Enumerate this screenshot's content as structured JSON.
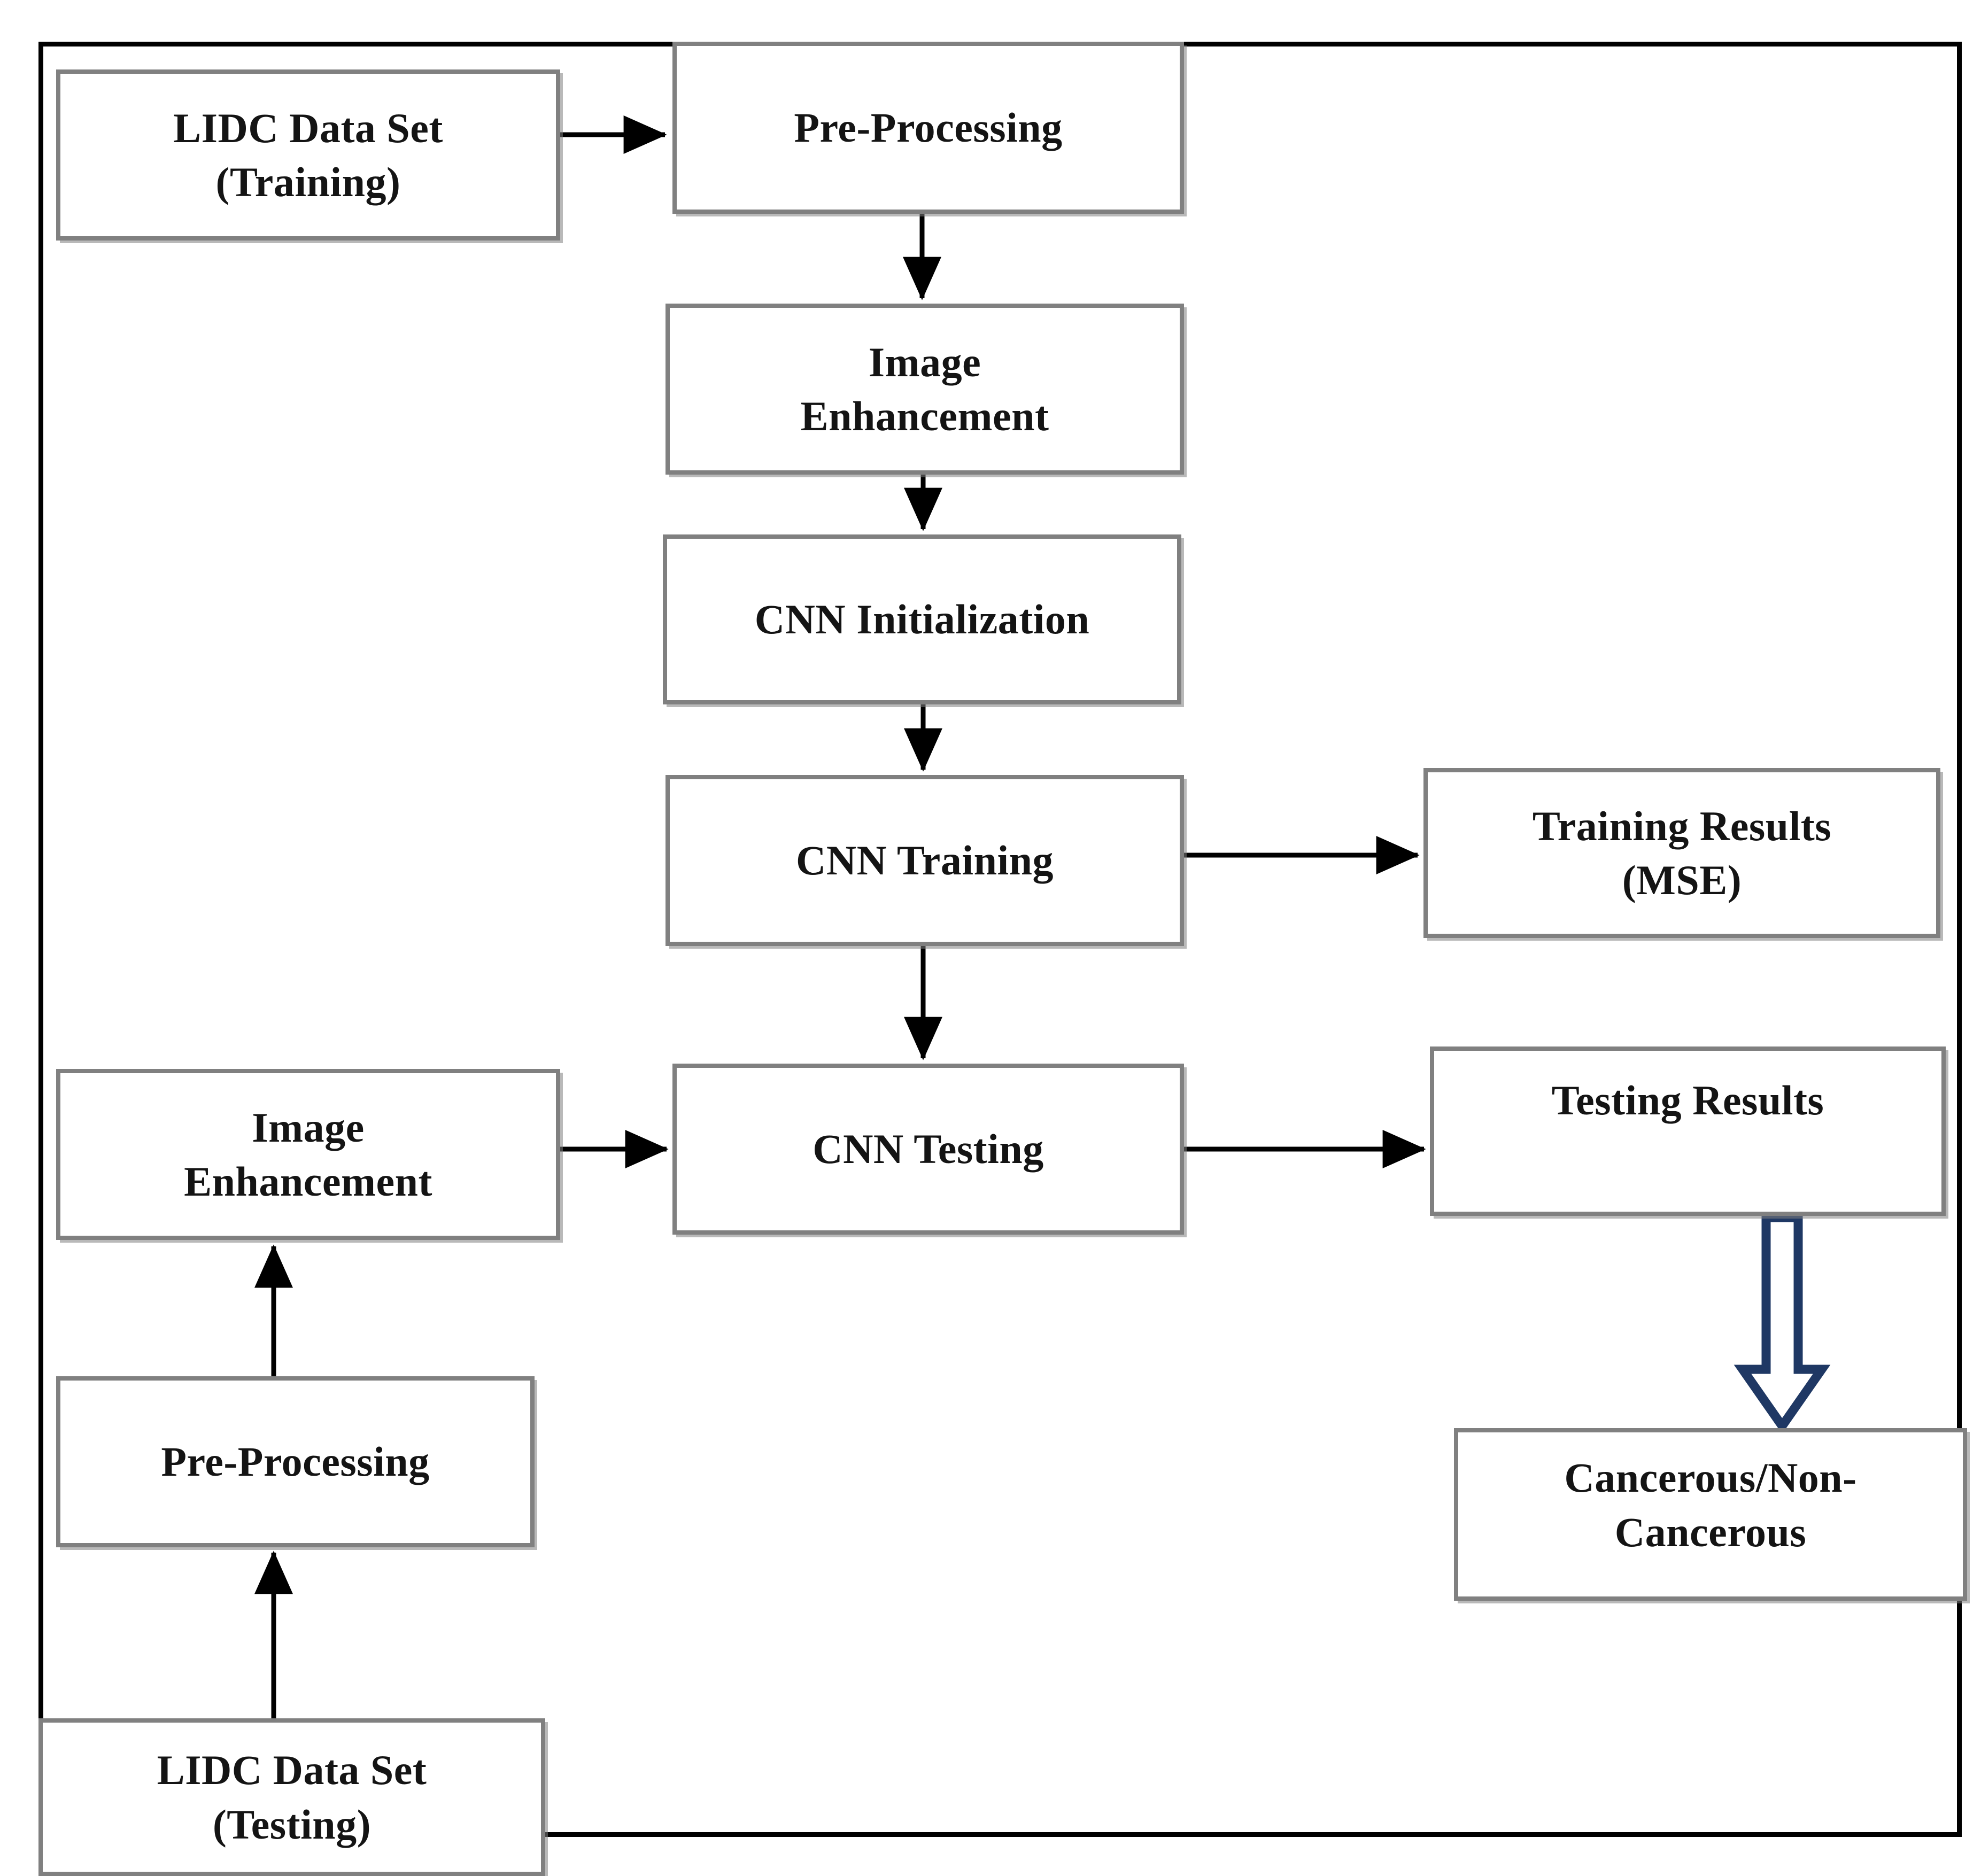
{
  "figure": {
    "type": "flowchart",
    "title": "CNN based lung nodule classification flow diagram",
    "orientation": "top-to-bottom with parallel training and testing branches"
  },
  "colors": {
    "box_border": "#808080",
    "box_fill": "#ffffff",
    "text": "#141414",
    "connector_arrow": "#000000",
    "block_arrow_outline": "#1F3864",
    "outer_frame": "#000000"
  },
  "nodes": [
    {
      "id": "lidc-training",
      "label": "LIDC Data Set\n(Training)",
      "column": "left",
      "row": 1
    },
    {
      "id": "preprocessing-top",
      "label": "Pre-Processing",
      "column": "middle",
      "row": 1
    },
    {
      "id": "image-enhancement-middle",
      "label": "Image\nEnhancement",
      "column": "middle",
      "row": 2
    },
    {
      "id": "cnn-initialization",
      "label": "CNN Initialization",
      "column": "middle",
      "row": 3
    },
    {
      "id": "cnn-training",
      "label": "CNN Training",
      "column": "middle",
      "row": 4
    },
    {
      "id": "training-results",
      "label": "Training Results\n(MSE)",
      "column": "right",
      "row": 4
    },
    {
      "id": "image-enhancement-left",
      "label": "Image\nEnhancement",
      "column": "left",
      "row": 5
    },
    {
      "id": "cnn-testing",
      "label": "CNN Testing",
      "column": "middle",
      "row": 5
    },
    {
      "id": "testing-results",
      "label": "Testing Results",
      "column": "right",
      "row": 5
    },
    {
      "id": "preprocessing-bottom",
      "label": "Pre-Processing",
      "column": "left",
      "row": 6
    },
    {
      "id": "lidc-testing",
      "label": "LIDC Data Set\n(Testing)",
      "column": "left",
      "row": 7
    },
    {
      "id": "cancerous",
      "label": "Cancerous/Non-\nCancerous",
      "column": "right",
      "row": 6
    }
  ],
  "edges": [
    {
      "from": "lidc-training",
      "to": "preprocessing-top",
      "direction": "right",
      "style": "thin-arrow"
    },
    {
      "from": "preprocessing-top",
      "to": "image-enhancement-middle",
      "direction": "down",
      "style": "thin-arrow"
    },
    {
      "from": "image-enhancement-middle",
      "to": "cnn-initialization",
      "direction": "down",
      "style": "thin-arrow"
    },
    {
      "from": "cnn-initialization",
      "to": "cnn-training",
      "direction": "down",
      "style": "thin-arrow"
    },
    {
      "from": "cnn-training",
      "to": "training-results",
      "direction": "right",
      "style": "thin-arrow"
    },
    {
      "from": "cnn-training",
      "to": "cnn-testing",
      "direction": "down",
      "style": "thin-arrow"
    },
    {
      "from": "image-enhancement-left",
      "to": "cnn-testing",
      "direction": "right",
      "style": "thin-arrow"
    },
    {
      "from": "cnn-testing",
      "to": "testing-results",
      "direction": "right",
      "style": "thin-arrow"
    },
    {
      "from": "lidc-testing",
      "to": "preprocessing-bottom",
      "direction": "up",
      "style": "thin-arrow"
    },
    {
      "from": "preprocessing-bottom",
      "to": "image-enhancement-left",
      "direction": "up",
      "style": "thin-arrow"
    },
    {
      "from": "testing-results",
      "to": "cancerous",
      "direction": "down",
      "style": "hollow-block-arrow"
    }
  ],
  "labels": {
    "lidc_training": "LIDC Data Set\n(Training)",
    "preprocessing": "Pre-Processing",
    "image_enhancement": "Image\nEnhancement",
    "cnn_initialization": "CNN Initialization",
    "cnn_training": "CNN Training",
    "training_results": "Training Results\n(MSE)",
    "cnn_testing": "CNN Testing",
    "testing_results": "Testing Results",
    "preprocessing_bottom": "Pre-Processing",
    "lidc_testing": "LIDC Data Set\n(Testing)",
    "cancerous": "Cancerous/Non-\nCancerous"
  }
}
